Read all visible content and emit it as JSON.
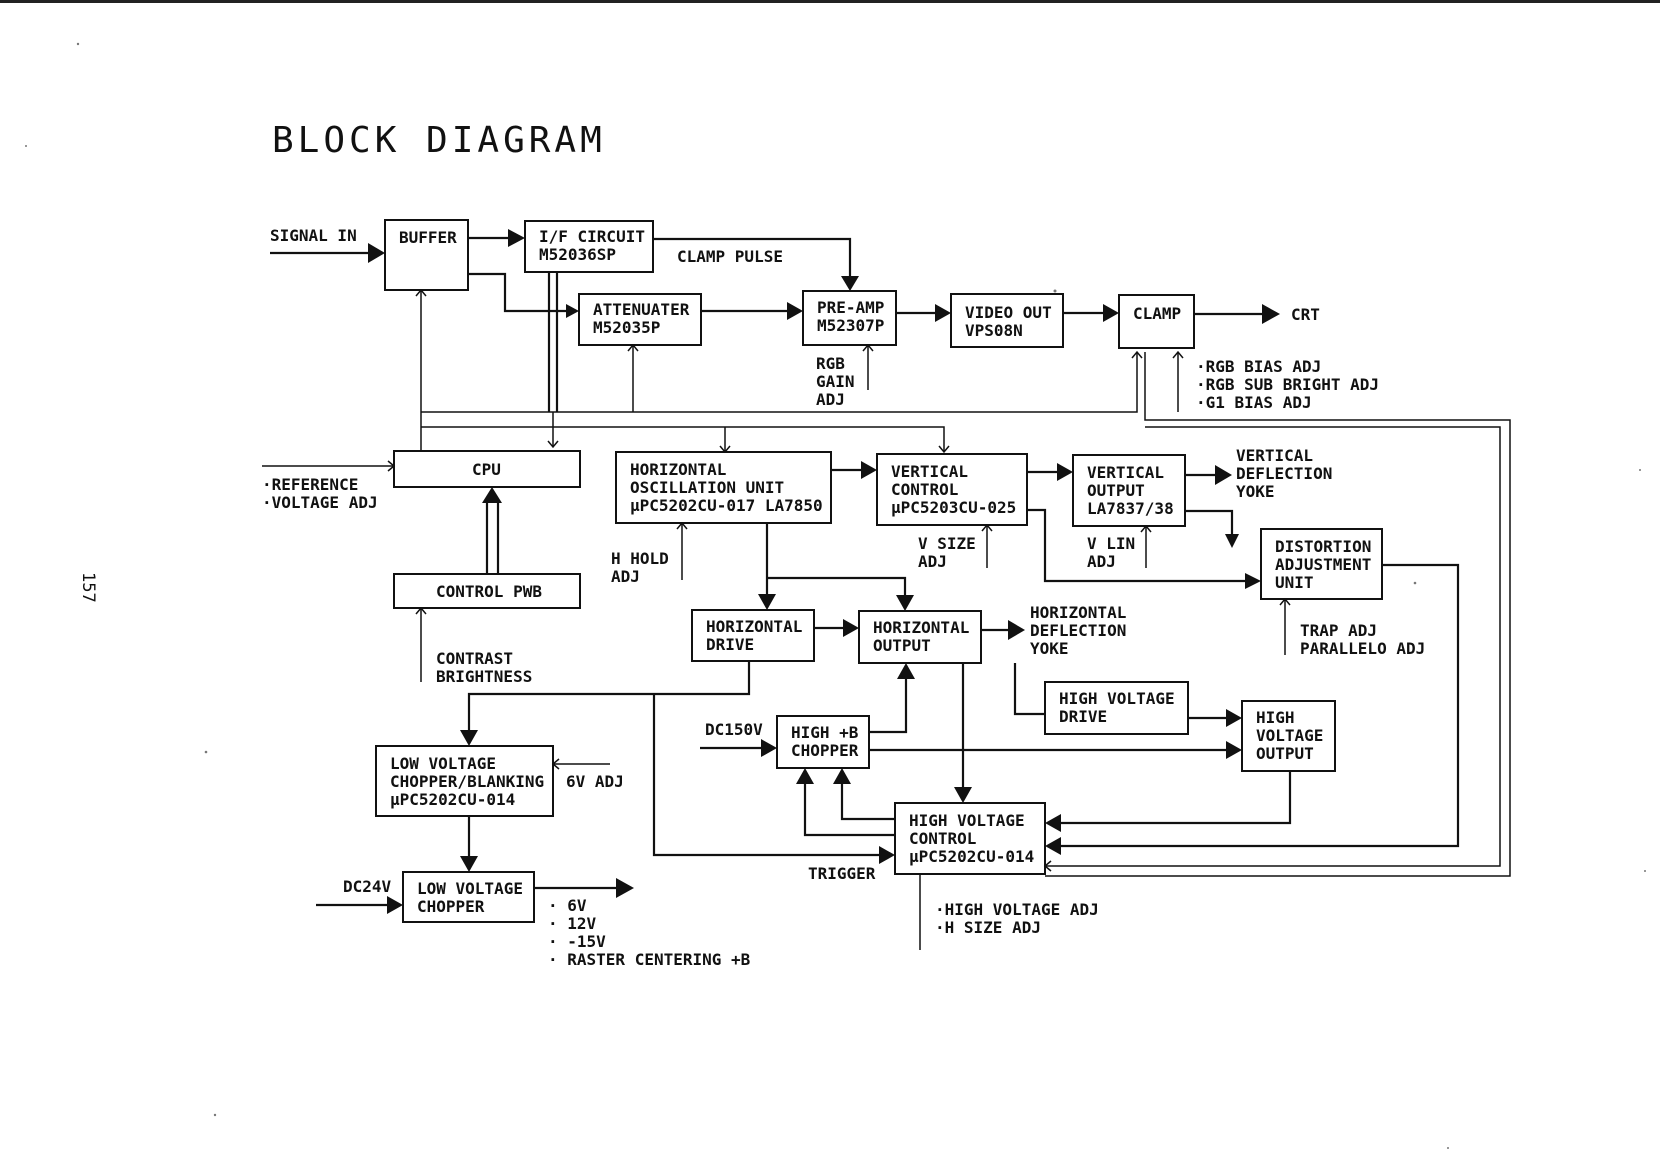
{
  "page": {
    "title": "BLOCK DIAGRAM",
    "page_number": "157"
  },
  "blocks": {
    "buffer": [
      "BUFFER"
    ],
    "if_circuit": [
      "I/F CIRCUIT",
      "M52036SP"
    ],
    "attenuater": [
      "ATTENUATER",
      "M52035P"
    ],
    "preamp": [
      "PRE-AMP",
      "M52307P"
    ],
    "video_out": [
      "VIDEO OUT",
      "VPS08N"
    ],
    "clamp": [
      "CLAMP"
    ],
    "cpu": [
      "CPU"
    ],
    "control_pwb": [
      "CONTROL PWB"
    ],
    "h_osc": [
      "HORIZONTAL",
      "OSCILLATION UNIT",
      "µPC5202CU-017 LA7850"
    ],
    "v_control": [
      "VERTICAL",
      "CONTROL",
      "µPC5203CU-025"
    ],
    "v_output": [
      "VERTICAL",
      "OUTPUT",
      "LA7837/38"
    ],
    "distortion": [
      "DISTORTION",
      "ADJUSTMENT",
      "UNIT"
    ],
    "h_drive": [
      "HORIZONTAL",
      "DRIVE"
    ],
    "h_output": [
      "HORIZONTAL",
      "OUTPUT"
    ],
    "hv_drive": [
      "HIGH VOLTAGE",
      "DRIVE"
    ],
    "hv_output": [
      "HIGH",
      "VOLTAGE",
      "OUTPUT"
    ],
    "hb_chopper": [
      "HIGH +B",
      "CHOPPER"
    ],
    "hv_control": [
      "HIGH VOLTAGE",
      "CONTROL",
      "µPC5202CU-014"
    ],
    "lv_chopper_blanking": [
      "LOW VOLTAGE",
      "CHOPPER/BLANKING",
      "µPC5202CU-014"
    ],
    "lv_chopper": [
      "LOW VOLTAGE",
      "CHOPPER"
    ]
  },
  "labels": {
    "signal_in": [
      "SIGNAL IN"
    ],
    "clamp_pulse": [
      "CLAMP PULSE"
    ],
    "crt": [
      "CRT"
    ],
    "rgb_gain_adj": [
      "RGB",
      "GAIN",
      "ADJ"
    ],
    "rgb_bias": [
      "·RGB BIAS ADJ",
      "·RGB SUB BRIGHT ADJ",
      "·G1 BIAS ADJ"
    ],
    "reference": [
      "·REFERENCE",
      "·VOLTAGE ADJ"
    ],
    "v_deflection_yoke": [
      "VERTICAL",
      "DEFLECTION",
      "YOKE"
    ],
    "h_hold_adj": [
      "H HOLD",
      "ADJ"
    ],
    "v_size_adj": [
      "V SIZE",
      "ADJ"
    ],
    "v_lin_adj": [
      "V LIN",
      "ADJ"
    ],
    "contrast_brightness": [
      "CONTRAST",
      "BRIGHTNESS"
    ],
    "h_deflection_yoke": [
      "HORIZONTAL",
      "DEFLECTION",
      "YOKE"
    ],
    "trap_adj": [
      "TRAP ADJ",
      "PARALLELO ADJ"
    ],
    "dc150v": [
      "DC150V"
    ],
    "six_v_adj": [
      "6V ADJ"
    ],
    "trigger": [
      "TRIGGER"
    ],
    "dc24v": [
      "DC24V"
    ],
    "outputs": [
      "·   6V",
      "·  12V",
      "· -15V",
      "· RASTER CENTERING +B"
    ],
    "hv_adj": [
      "·HIGH VOLTAGE ADJ",
      "·H SIZE ADJ"
    ]
  }
}
